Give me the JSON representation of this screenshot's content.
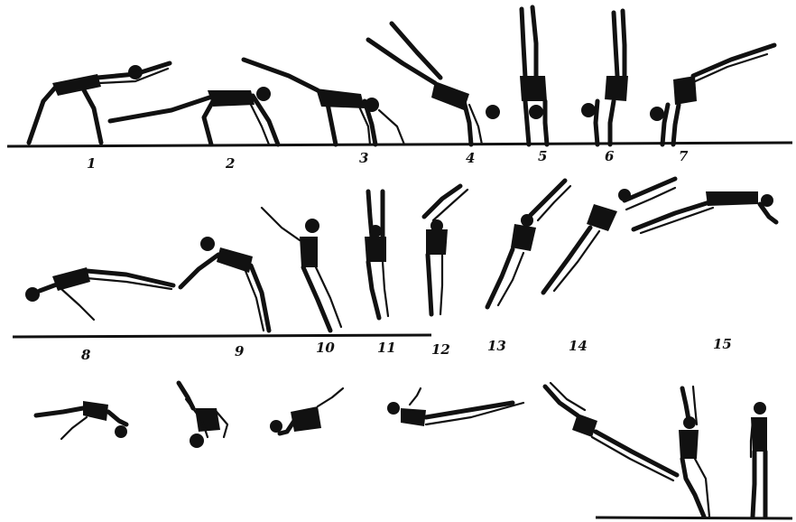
{
  "colors": {
    "ink": "#111111",
    "paper": "#ffffff"
  },
  "figures": {
    "row1": [
      "1",
      "2",
      "3",
      "4",
      "5",
      "6",
      "7"
    ],
    "row2": [
      "8",
      "9",
      "10",
      "11",
      "12",
      "13",
      "14",
      "15"
    ],
    "row3_count": 7
  }
}
